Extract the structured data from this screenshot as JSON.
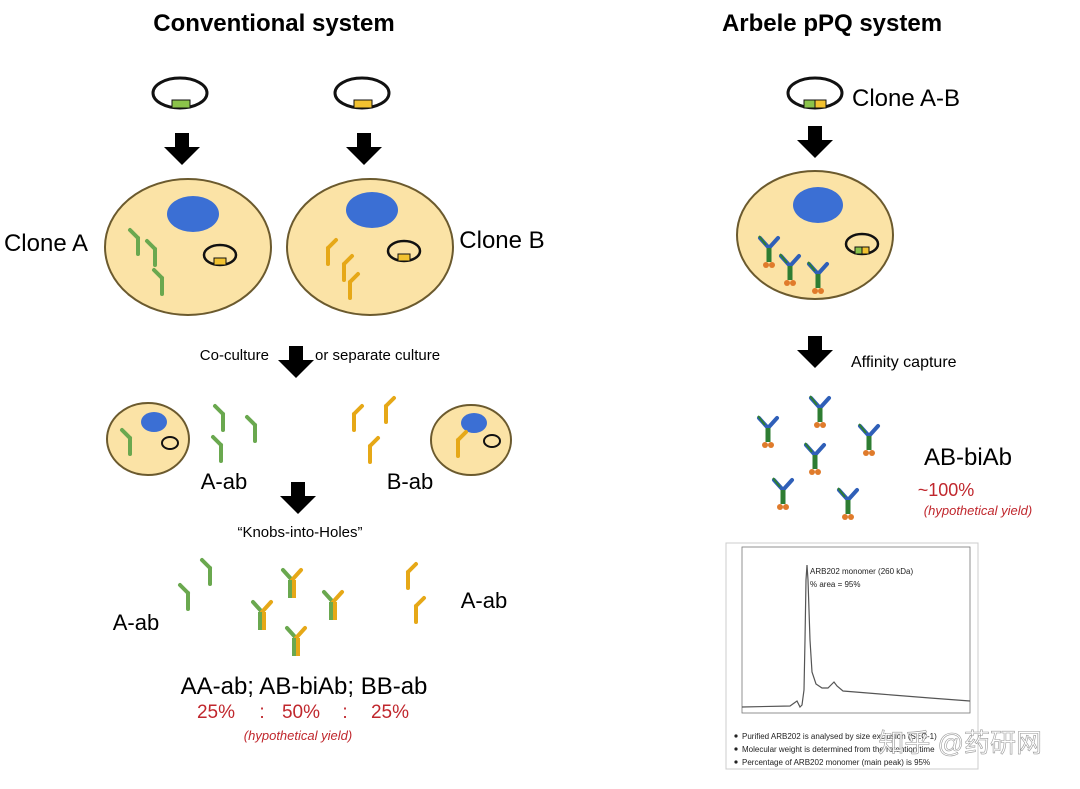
{
  "colors": {
    "cell_fill": "#fbe3a6",
    "cell_stroke": "#6b5a2e",
    "nucleus": "#3b6fd4",
    "green": "#6aa84f",
    "green_dark": "#2e7d32",
    "yellow": "#e6a817",
    "orange": "#e07b2b",
    "blue_arm": "#2f5fb8",
    "arrow": "#000000",
    "red_text": "#c0272d"
  },
  "left": {
    "title": "Conventional system",
    "clone_a_label": "Clone A",
    "clone_b_label": "Clone B",
    "culture_left_label": "Co-culture",
    "culture_right_label": "or separate culture",
    "a_ab_label": "A-ab",
    "b_ab_label": "B-ab",
    "kih_label": "“Knobs-into-Holes”",
    "a_ab_label_2": "A-ab",
    "a_ab_label_3": "A-ab",
    "products_label": "AA-ab; AB-biAb; BB-ab",
    "ratio_25a": "25%",
    "ratio_colon_1": ":",
    "ratio_50": "50%",
    "ratio_colon_2": ":",
    "ratio_25b": "25%",
    "yield_note": "(hypothetical yield)"
  },
  "right": {
    "title": "Arbele pPQ system",
    "clone_ab_label": "Clone A-B",
    "affinity_label": "Affinity capture",
    "product_label": "AB-biAb",
    "yield_value": "~100%",
    "yield_note": "(hypothetical yield)"
  },
  "chromatogram": {
    "annotation_line1": "ARB202 monomer (260 kDa)",
    "annotation_line2": "% area = 95%",
    "bullets": [
      "Purified ARB202 is analysed by size exclusion (SEC-1)",
      "Molecular weight is determined from the retention time",
      "Percentage of ARB202 monomer (main peak) is 95%"
    ]
  },
  "watermark": "知乎 @药研网"
}
